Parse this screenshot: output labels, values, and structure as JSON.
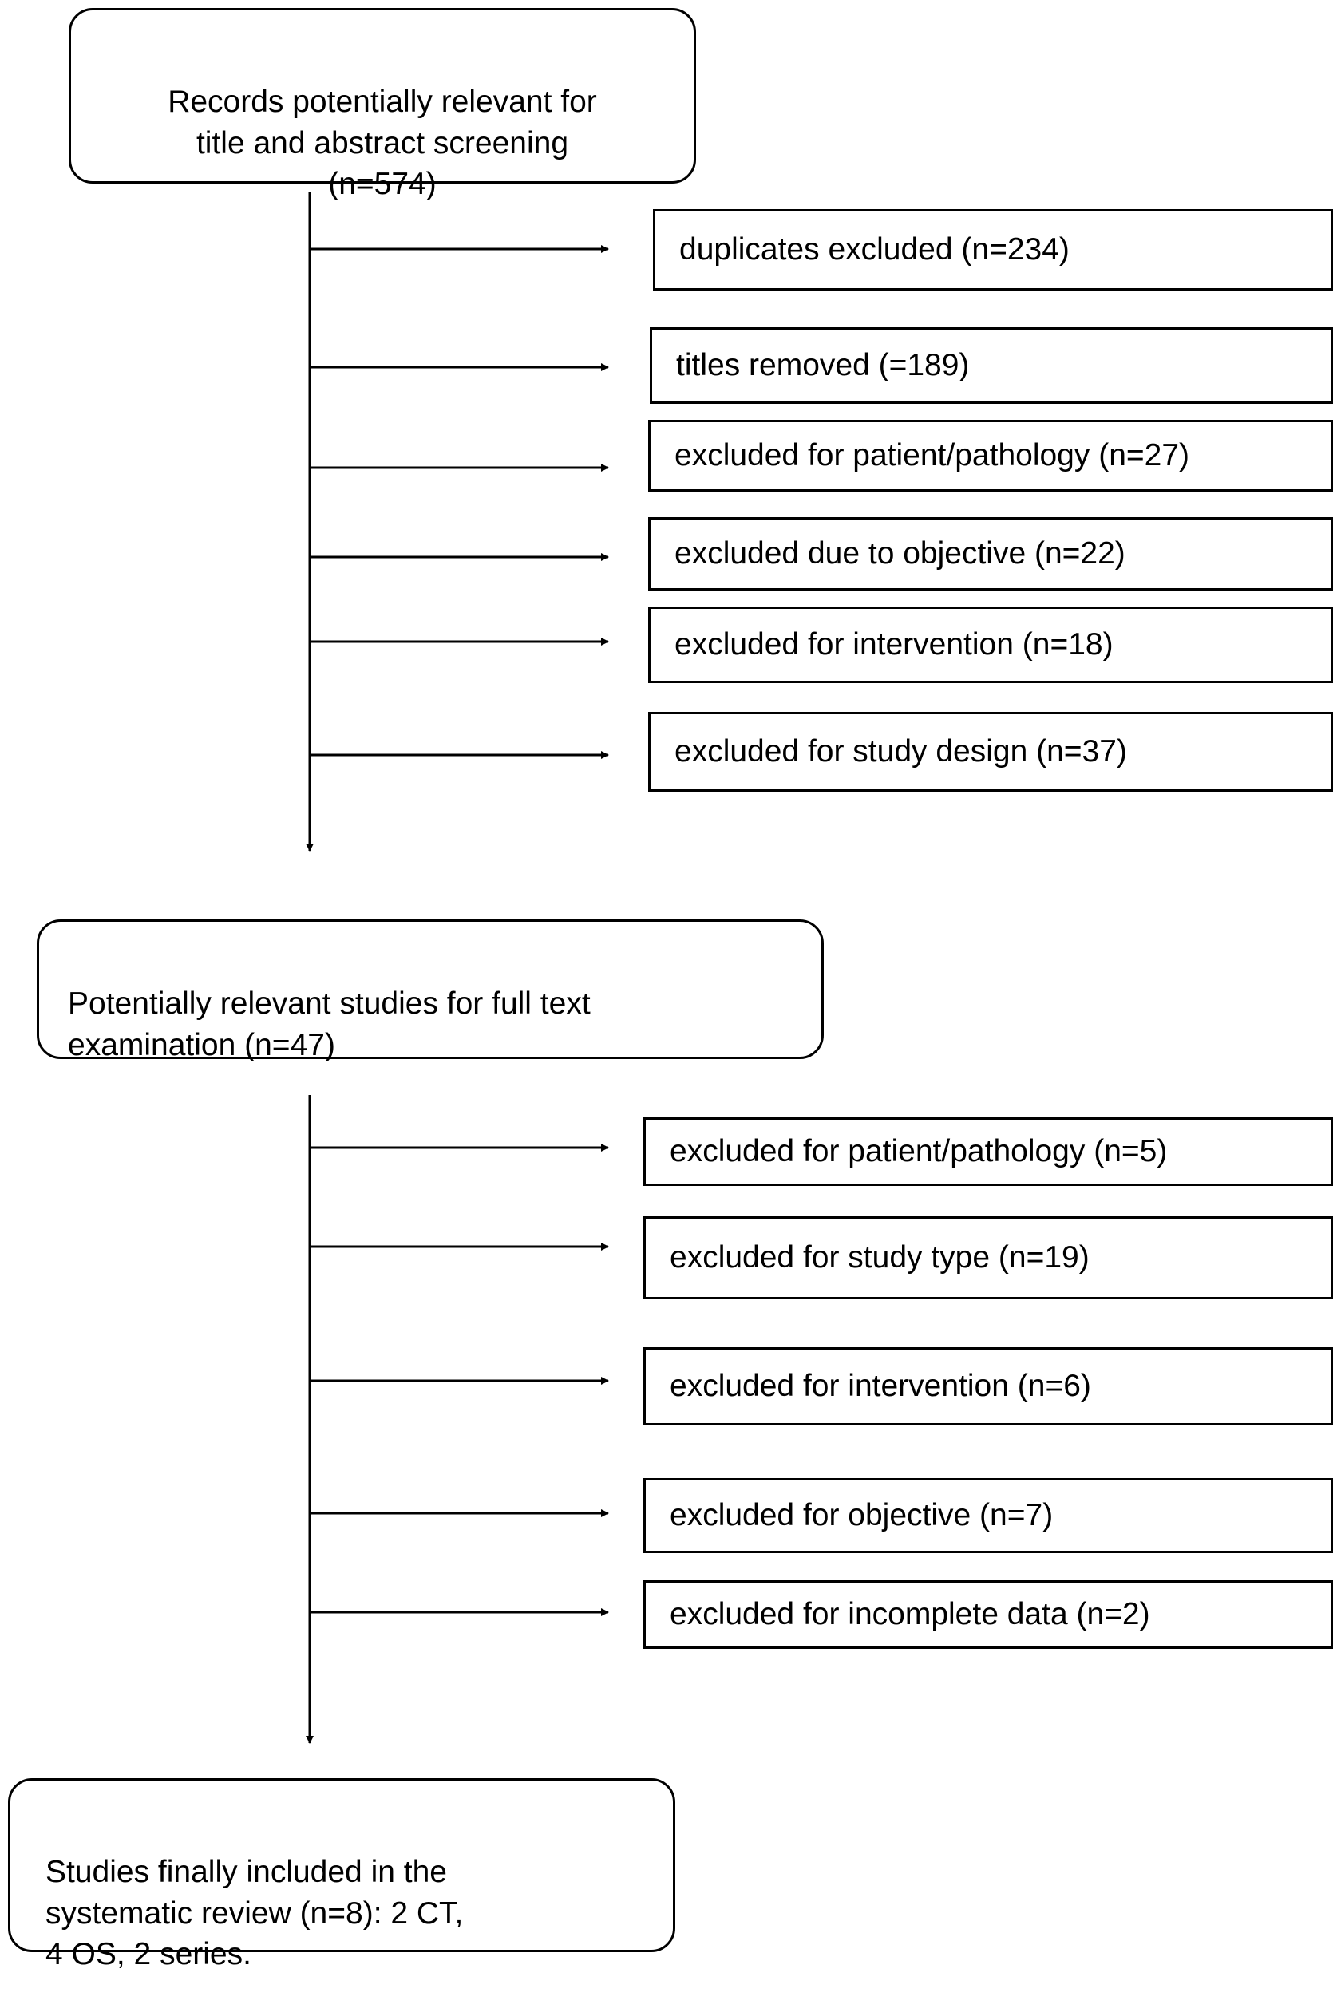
{
  "start_box": {
    "text": "Records potentially relevant for\ntitle and abstract screening\n(n=574)"
  },
  "stage1_exclusions": [
    "duplicates excluded (n=234)",
    "titles removed (=189)",
    "excluded for patient/pathology (n=27)",
    "excluded due to objective (n=22)",
    "excluded for intervention (n=18)",
    "excluded for study design (n=37)"
  ],
  "full_text_box": {
    "text": "Potentially relevant studies for full text\nexamination (n=47)"
  },
  "stage2_exclusions": [
    "excluded for patient/pathology (n=5)",
    "excluded for study type (n=19)",
    "excluded for intervention (n=6)",
    "excluded for objective (n=7)",
    "excluded for incomplete data (n=2)"
  ],
  "final_box": {
    "text": "Studies finally included in the\nsystematic review (n=8): 2 CT,\n4 OS, 2 series."
  }
}
